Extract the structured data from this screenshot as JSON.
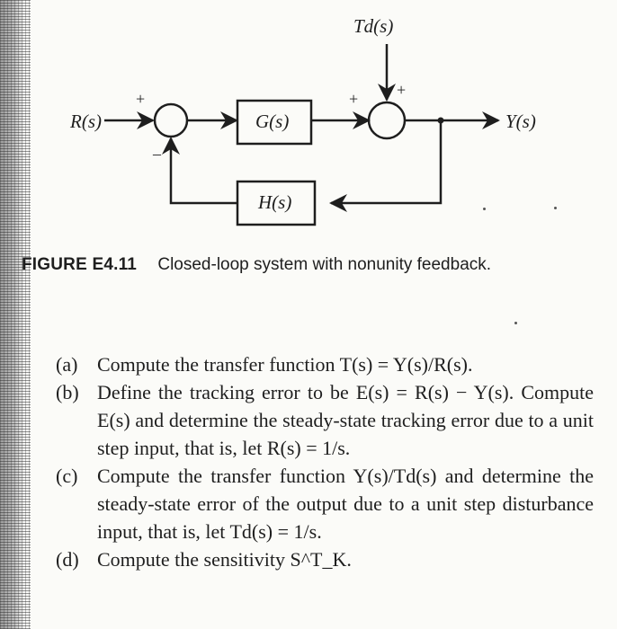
{
  "diagram": {
    "disturbance_label": "Td(s)",
    "input_label": "R(s)",
    "output_label": "Y(s)",
    "forward_block": "G(s)",
    "feedback_block": "H(s)",
    "plus_sign": "+",
    "minus_sign": "–"
  },
  "caption": {
    "label": "FIGURE E4.11",
    "text": "Closed-loop system with nonunity feedback."
  },
  "questions": [
    {
      "label": "(a)",
      "text": "Compute the transfer function T(s) = Y(s)/R(s)."
    },
    {
      "label": "(b)",
      "text": "Define the tracking error to be E(s) = R(s) − Y(s). Compute E(s) and determine the steady-state tracking error due to a unit step input, that is, let R(s) = 1/s."
    },
    {
      "label": "(c)",
      "text": "Compute the transfer function Y(s)/Td(s) and determine the steady-state error of the output due to a unit step disturbance input, that is, let Td(s) = 1/s."
    },
    {
      "label": "(d)",
      "text": "Compute the sensitivity S^T_K."
    }
  ]
}
